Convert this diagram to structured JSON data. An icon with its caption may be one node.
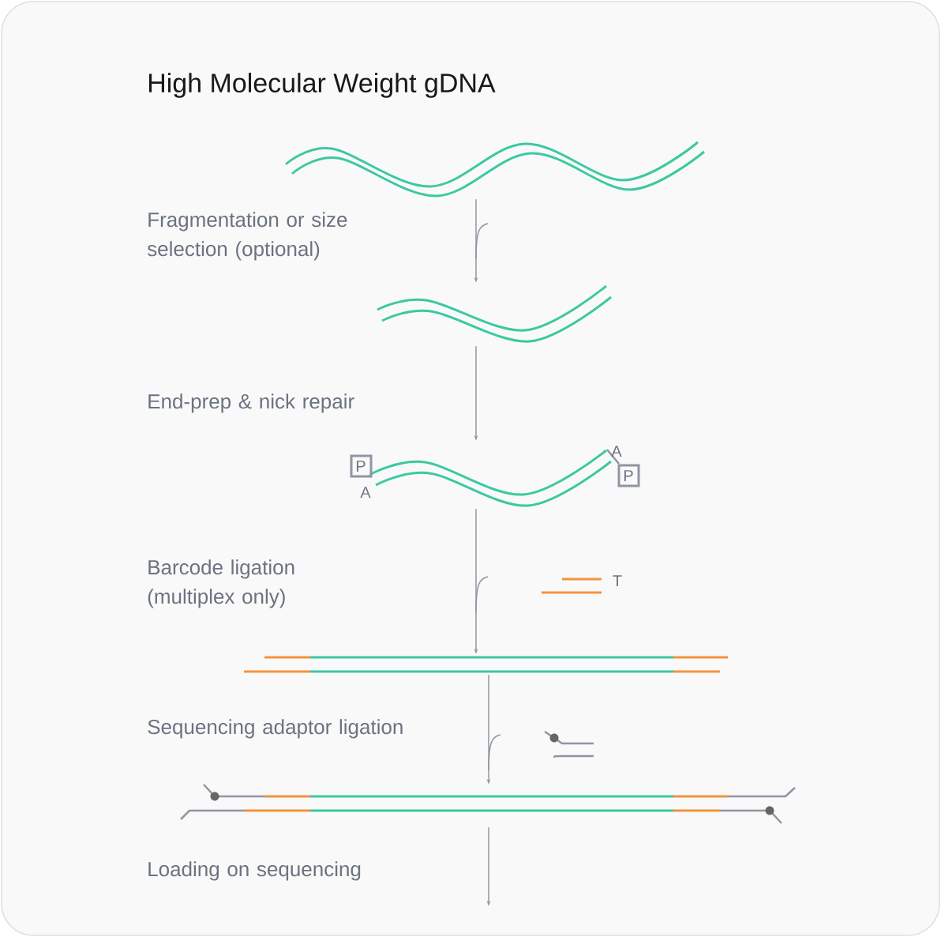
{
  "diagram": {
    "title": "High Molecular Weight gDNA",
    "nodes": [
      {
        "text": [],
        "shape": "picture"
      },
      {
        "text": [],
        "shape": "picture"
      },
      {
        "text": [],
        "shape": "picture"
      },
      {
        "text": [],
        "shape": "picture"
      },
      {
        "text": [],
        "shape": "picture"
      }
    ],
    "edges": [
      {
        "from": 0,
        "to": 1,
        "arrow": "to"
      },
      {
        "from": 1,
        "to": 2,
        "arrow": "to"
      },
      {
        "from": 2,
        "to": 3,
        "arrow": "to"
      },
      {
        "from": 3,
        "to": 4,
        "arrow": "to"
      },
      {
        "from": 4,
        "to": null,
        "arrow": "to"
      }
    ],
    "labels": [
      "Fragmentation or size selection (optional)",
      "End-prep & nick repair",
      "P",
      "A",
      "A",
      "P",
      "Barcode ligation (multiplex only)",
      "T",
      "Sequencing adaptor ligation",
      "Loading on sequencing"
    ]
  }
}
